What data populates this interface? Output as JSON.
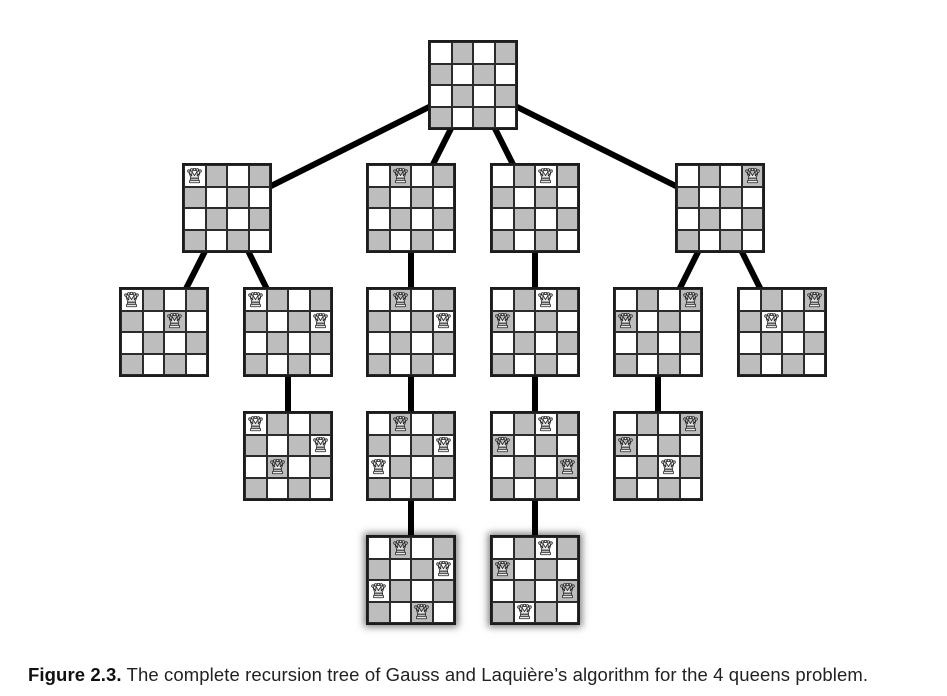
{
  "figure": {
    "label": "Figure 2.3.",
    "caption": "The complete recursion tree of Gauss and Laquière’s algorithm for the 4 queens problem."
  },
  "tree": {
    "board_size": 4,
    "icon": "queen-icon",
    "colors": {
      "dark_square": "#bdbdbd",
      "light_square": "#ffffff",
      "edge": "#000000"
    },
    "nodes": [
      {
        "id": "root",
        "queens": [],
        "parent": null
      },
      {
        "id": "n1",
        "queens": [
          0
        ],
        "parent": "root"
      },
      {
        "id": "n2",
        "queens": [
          1
        ],
        "parent": "root"
      },
      {
        "id": "n3",
        "queens": [
          2
        ],
        "parent": "root"
      },
      {
        "id": "n4",
        "queens": [
          3
        ],
        "parent": "root"
      },
      {
        "id": "n13",
        "queens": [
          0,
          2
        ],
        "parent": "n1"
      },
      {
        "id": "n14",
        "queens": [
          0,
          3
        ],
        "parent": "n1"
      },
      {
        "id": "n24",
        "queens": [
          1,
          3
        ],
        "parent": "n2"
      },
      {
        "id": "n31",
        "queens": [
          2,
          0
        ],
        "parent": "n3"
      },
      {
        "id": "n41",
        "queens": [
          3,
          0
        ],
        "parent": "n4"
      },
      {
        "id": "n42",
        "queens": [
          3,
          1
        ],
        "parent": "n4"
      },
      {
        "id": "n142",
        "queens": [
          0,
          3,
          1
        ],
        "parent": "n14"
      },
      {
        "id": "n241",
        "queens": [
          1,
          3,
          0
        ],
        "parent": "n24"
      },
      {
        "id": "n314",
        "queens": [
          2,
          0,
          3
        ],
        "parent": "n31"
      },
      {
        "id": "n413",
        "queens": [
          3,
          0,
          2
        ],
        "parent": "n41"
      },
      {
        "id": "n2413",
        "queens": [
          1,
          3,
          0,
          2
        ],
        "parent": "n241",
        "solution": true
      },
      {
        "id": "n3142",
        "queens": [
          2,
          0,
          3,
          1
        ],
        "parent": "n314",
        "solution": true
      }
    ]
  }
}
